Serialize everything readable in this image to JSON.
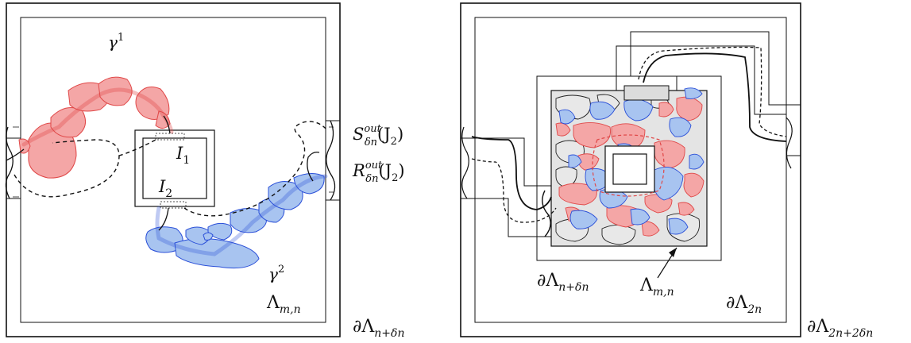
{
  "left_panel": {
    "gamma1_label": "γ",
    "gamma1_sup": "1",
    "gamma2_label": "γ",
    "gamma2_sup": "2",
    "I1_label": "I",
    "I1_sub": "1",
    "I2_label": "I",
    "I2_sub": "2",
    "S_label": "S",
    "S_sup": "out",
    "S_sub": "δn",
    "S_arg": "(J",
    "S_arg_sub": "2",
    "S_close": ")",
    "R_label": "R",
    "R_sup": "out",
    "R_sub": "δn",
    "R_arg": "(J",
    "R_arg_sub": "2",
    "R_close": ")",
    "lambda_label": "Λ",
    "lambda_sub": "m,n",
    "boundary_label": "∂Λ",
    "boundary_sub": "n+δn"
  },
  "right_panel": {
    "boundary_inner_label": "∂Λ",
    "boundary_inner_sub": "n+δn",
    "lambda_label": "Λ",
    "lambda_sub": "m,n",
    "boundary_2n_label": "∂Λ",
    "boundary_2n_sub": "2n",
    "boundary_outer_label": "∂Λ",
    "boundary_outer_sub": "2n+2δn"
  },
  "colors": {
    "red_fill": "#f4a6a6",
    "red_stroke": "#e04848",
    "red_label": "#e83030",
    "blue_fill": "#a8c4f0",
    "blue_stroke": "#2a4fd8",
    "blue_label": "#2030e0",
    "grey_fill": "#e4e4e4",
    "line": "#111111"
  }
}
